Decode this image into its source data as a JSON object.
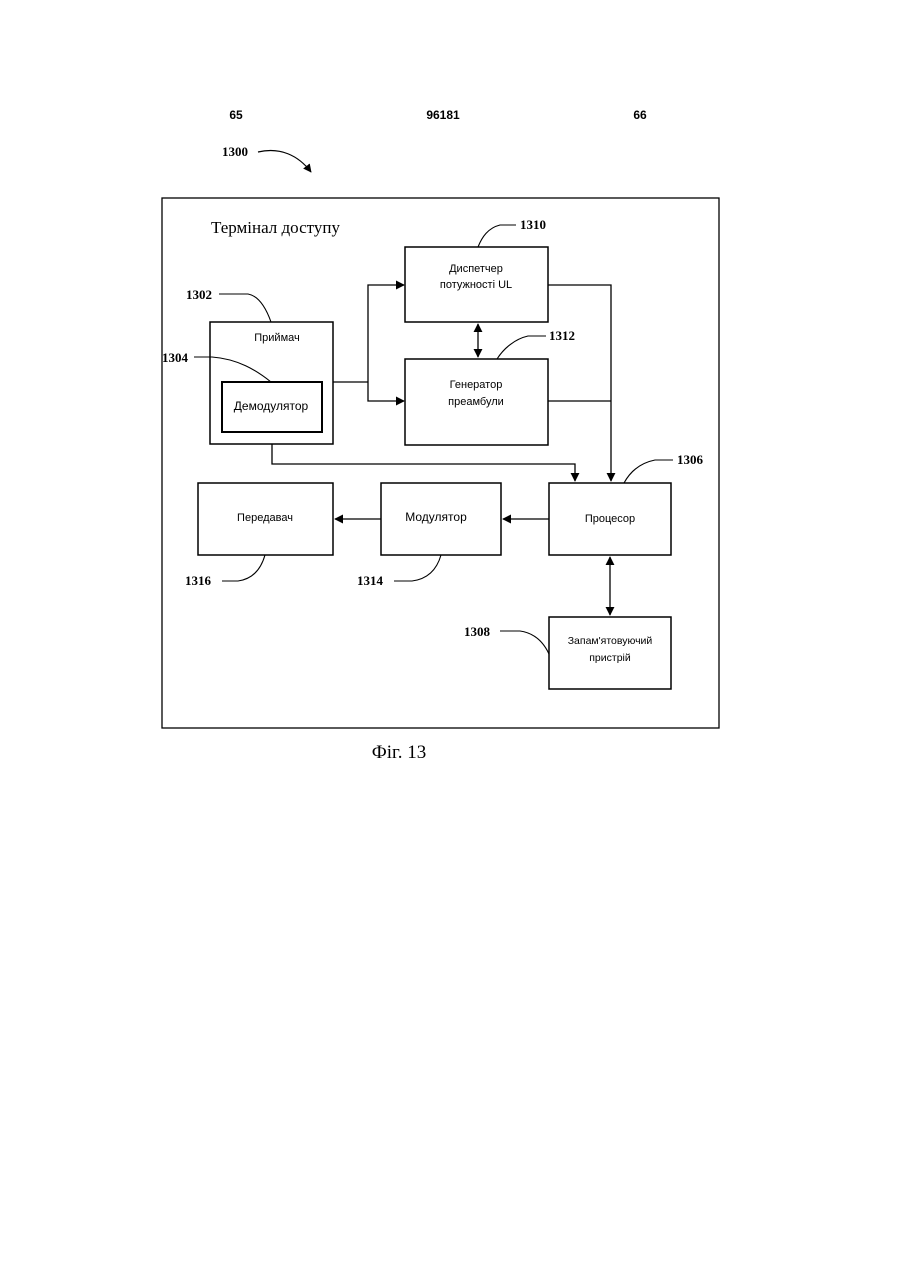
{
  "header": {
    "left_page": "65",
    "patent_number": "96181",
    "right_page": "66"
  },
  "figure_ref": "1300",
  "frame_title": "Термінал доступу",
  "blocks": {
    "receiver": {
      "label": "Приймач",
      "ref": "1302"
    },
    "demodulator": {
      "label": "Демодулятор",
      "ref": "1304"
    },
    "power_manager": {
      "line1": "Диспетчер",
      "line2": "потужності UL",
      "ref": "1310"
    },
    "preamble_generator": {
      "line1": "Генератор",
      "line2": "преамбули",
      "ref": "1312"
    },
    "processor": {
      "label": "Процесор",
      "ref": "1306"
    },
    "memory": {
      "line1": "Запам'ятовуючий",
      "line2": "пристрій",
      "ref": "1308"
    },
    "modulator": {
      "label": "Модулятор",
      "ref": "1314"
    },
    "transmitter": {
      "label": "Передавач",
      "ref": "1316"
    }
  },
  "caption": "Фіг. 13"
}
